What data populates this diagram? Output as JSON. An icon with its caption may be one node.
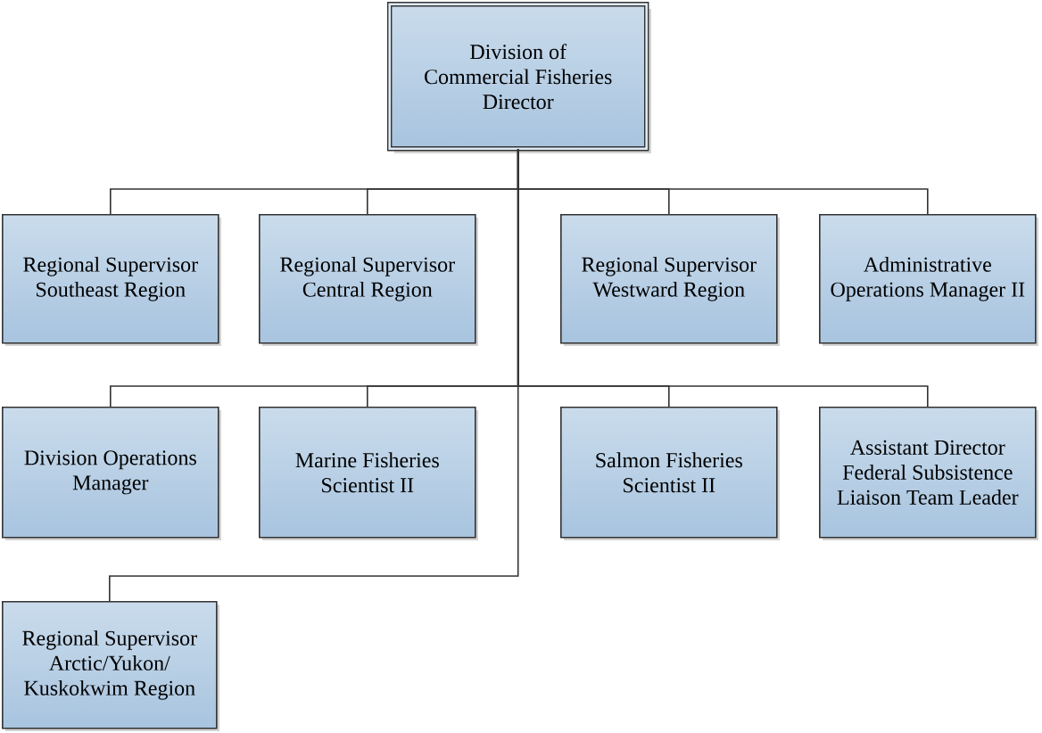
{
  "diagram": {
    "nodes": [
      {
        "text": [
          "Division of Commercial Fisheries Director"
        ]
      },
      {
        "text": [
          "Regional Supervisor Southeast Region"
        ]
      },
      {
        "text": [
          "Regional Supervisor Central Region"
        ]
      },
      {
        "text": [
          "Regional Supervisor Westward Region"
        ]
      },
      {
        "text": [
          "Administrative Operations Manager II"
        ]
      },
      {
        "text": [
          "Division Operations Manager"
        ]
      },
      {
        "text": [
          "Marine Fisheries Scientist II"
        ]
      },
      {
        "text": [
          "Salmon Fisheries Scientist II"
        ]
      },
      {
        "text": [
          "Assistant Director Federal Subsistence Liaison Team Leader"
        ]
      },
      {
        "text": [
          "Regional Supervisor Arctic/Yukon/ Kuskokwim Region"
        ]
      }
    ],
    "edges": [
      {
        "from": 0,
        "to": 1,
        "arrow": "none"
      },
      {
        "from": 0,
        "to": 2,
        "arrow": "none"
      },
      {
        "from": 0,
        "to": 3,
        "arrow": "none"
      },
      {
        "from": 0,
        "to": 4,
        "arrow": "none"
      },
      {
        "from": 0,
        "to": 5,
        "arrow": "none"
      },
      {
        "from": 0,
        "to": 6,
        "arrow": "none"
      },
      {
        "from": 0,
        "to": 7,
        "arrow": "none"
      },
      {
        "from": 0,
        "to": 8,
        "arrow": "none"
      },
      {
        "from": 0,
        "to": 9,
        "arrow": "none"
      }
    ]
  }
}
